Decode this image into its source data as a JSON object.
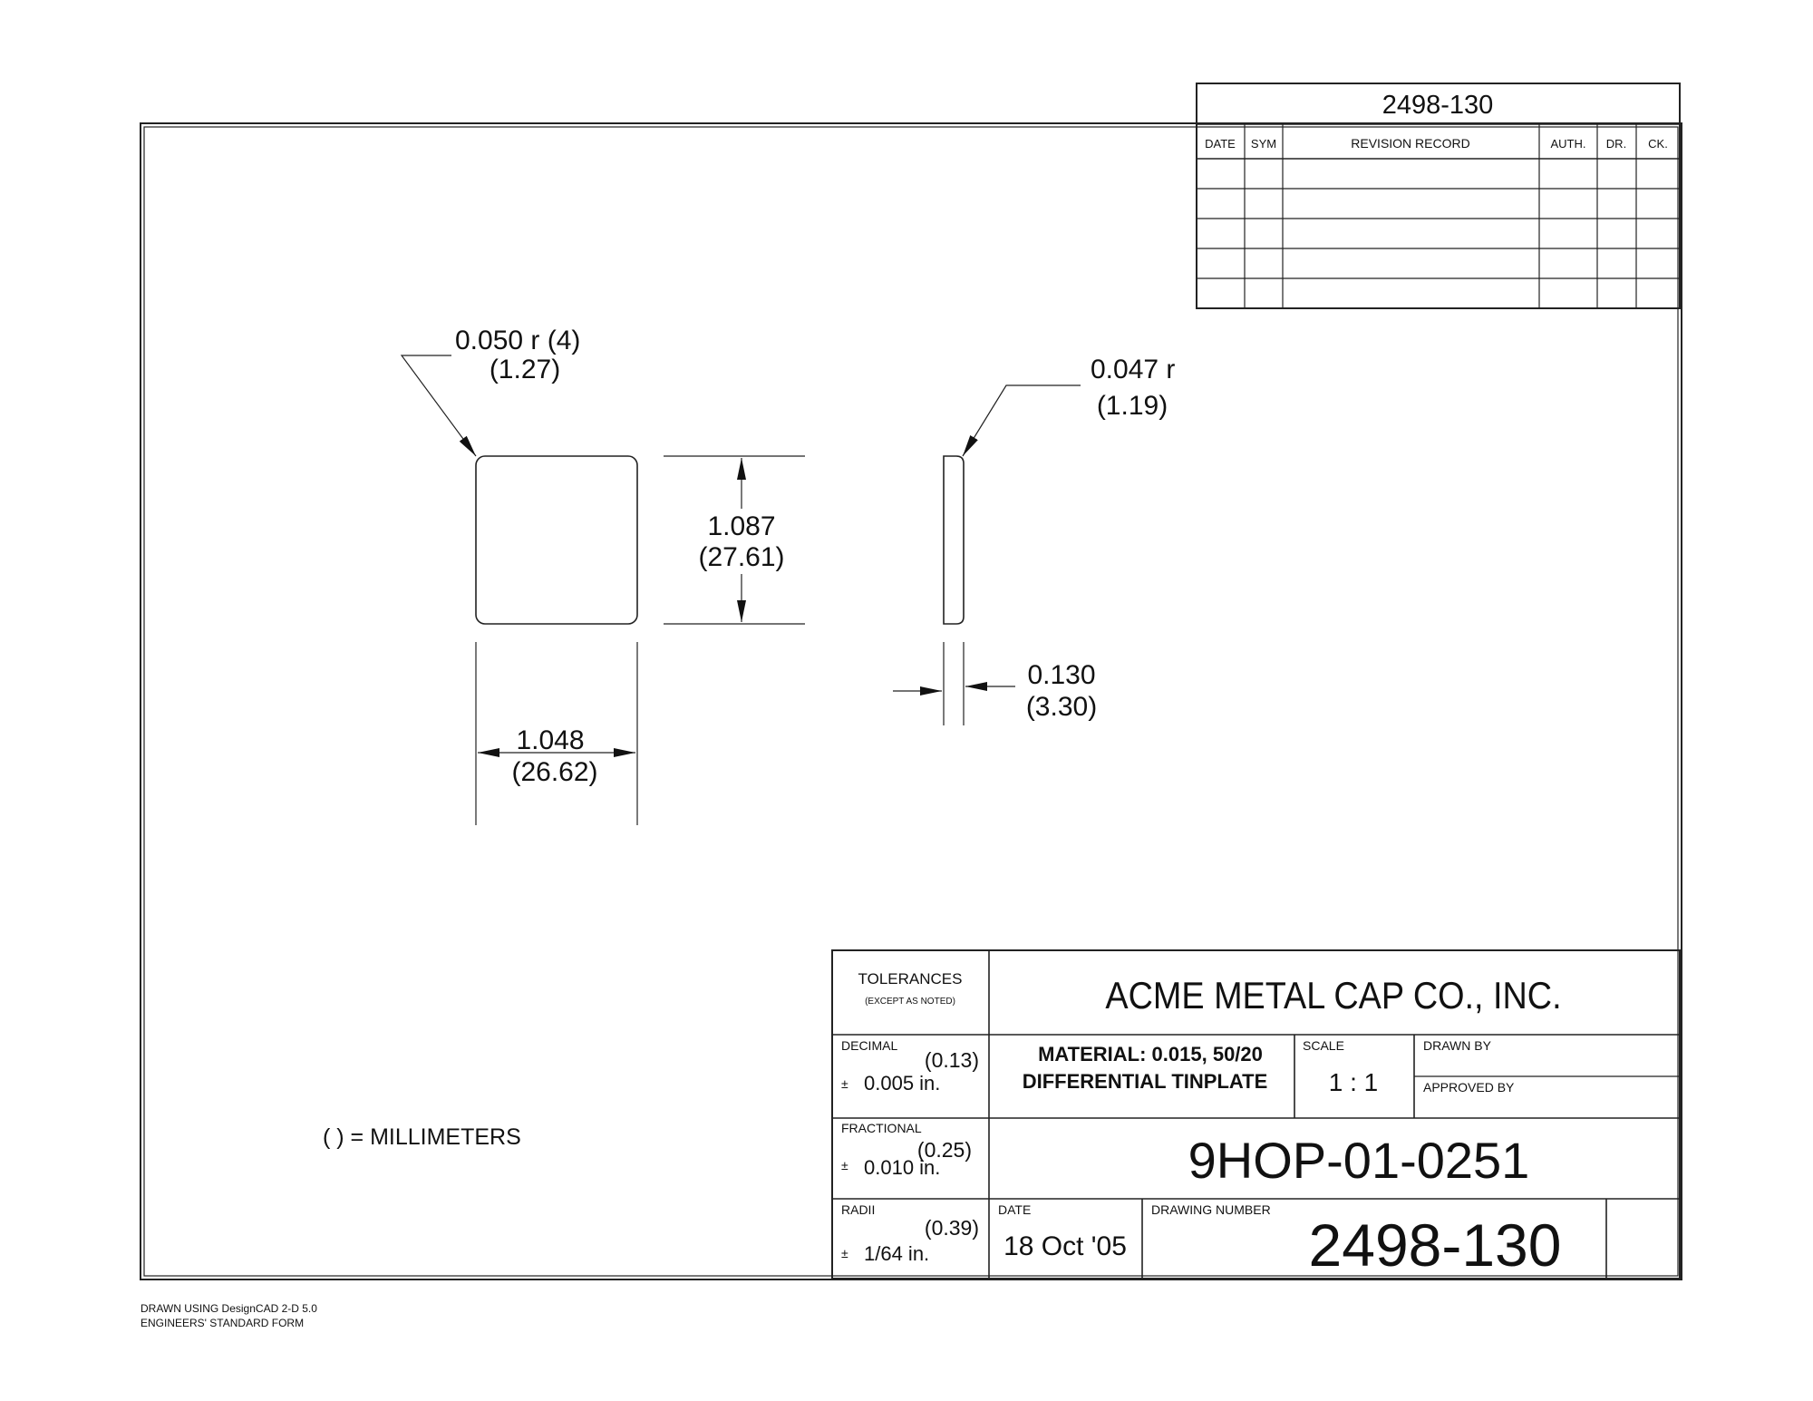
{
  "revision_block": {
    "number": "2498-130",
    "headers": [
      "DATE",
      "SYM",
      "REVISION RECORD",
      "AUTH.",
      "DR.",
      "CK."
    ],
    "rows": [
      [
        "",
        "",
        "",
        "",
        "",
        ""
      ],
      [
        "",
        "",
        "",
        "",
        "",
        ""
      ],
      [
        "",
        "",
        "",
        "",
        "",
        ""
      ],
      [
        "",
        "",
        "",
        "",
        "",
        ""
      ],
      [
        "",
        "",
        "",
        "",
        "",
        ""
      ]
    ]
  },
  "drawing": {
    "corner_radius": {
      "inch": "0.050  r (4)",
      "mm": "(1.27)"
    },
    "height": {
      "inch": "1.087",
      "mm": "(27.61)"
    },
    "width": {
      "inch": "1.048",
      "mm": "(26.62)"
    },
    "edge_radius": {
      "inch": "0.047 r",
      "mm": "(1.19)"
    },
    "thickness": {
      "inch": "0.130",
      "mm": "(3.30)"
    },
    "units_note": "( ) = MILLIMETERS"
  },
  "title_block": {
    "tolerances_label": "TOLERANCES",
    "tolerances_note": "(EXCEPT AS NOTED)",
    "company": "ACME METAL CAP CO., INC.",
    "decimal": {
      "label": "DECIMAL",
      "mm": "(0.13)",
      "pm": "±",
      "value": "0.005 in."
    },
    "material_line1": "MATERIAL:  0.015,  50/20",
    "material_line2": "DIFFERENTIAL TINPLATE",
    "scale_label": "SCALE",
    "scale_value": "1 : 1",
    "drawn_by_label": "DRAWN BY",
    "approved_by_label": "APPROVED BY",
    "fractional": {
      "label": "FRACTIONAL",
      "mm": "(0.25)",
      "pm": "±",
      "value": "0.010 in."
    },
    "part_number": "9HOP-01-0251",
    "radii": {
      "label": "RADII",
      "mm": "(0.39)",
      "pm": "±",
      "value": "1/64 in."
    },
    "date_label": "DATE",
    "date_value": "18 Oct '05",
    "drawing_number_label": "DRAWING NUMBER",
    "drawing_number": "2498-130"
  },
  "footer": {
    "line1": "DRAWN USING DesignCAD 2-D 5.0",
    "line2": "ENGINEERS' STANDARD FORM"
  }
}
